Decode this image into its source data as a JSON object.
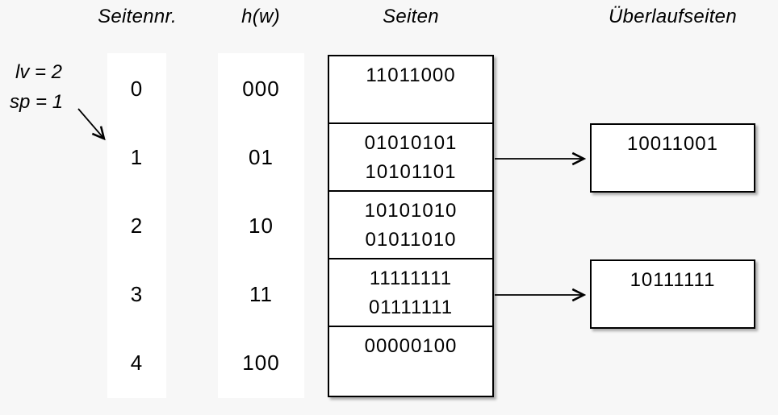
{
  "headers": {
    "seitennr": "Seitennr.",
    "hash_function": "h(w)",
    "seiten": "Seiten",
    "ueberlaufseiten": "Überlaufseiten"
  },
  "state": {
    "level": "lv = 2",
    "split_pointer": "sp = 1"
  },
  "buckets": [
    {
      "nr": "0",
      "hash": "000",
      "entries": [
        "11011000"
      ]
    },
    {
      "nr": "1",
      "hash": "01",
      "entries": [
        "01010101",
        "10101101"
      ]
    },
    {
      "nr": "2",
      "hash": "10",
      "entries": [
        "10101010",
        "01011010"
      ]
    },
    {
      "nr": "3",
      "hash": "11",
      "entries": [
        "11111111",
        "01111111"
      ]
    },
    {
      "nr": "4",
      "hash": "100",
      "entries": [
        "00000100"
      ]
    }
  ],
  "overflow_pages": [
    {
      "for_bucket": "1",
      "value": "10011001"
    },
    {
      "for_bucket": "3",
      "value": "10111111"
    }
  ],
  "colors": {
    "background": "#f7f7f7",
    "box_fill": "#ffffff",
    "line": "#000000"
  }
}
